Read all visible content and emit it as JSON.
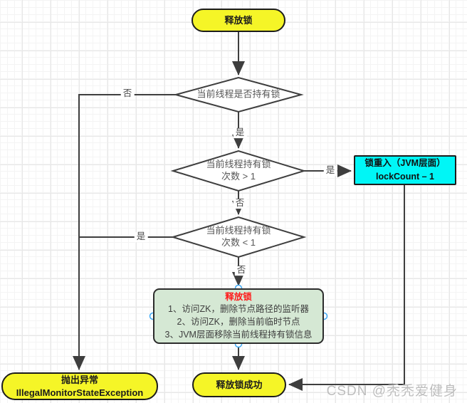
{
  "colors": {
    "yellow": "#F5F527",
    "cyan": "#00F6F6",
    "green_fill": "#D5E8D4",
    "red": "#FF1A1A",
    "line": "#3E3E3E",
    "grid_minor": "#F4F4F4",
    "grid_major": "#E7E7E7",
    "watermark": "#BDBDBD",
    "handle": "#3FA9F5"
  },
  "nodes": {
    "start": {
      "label": "释放锁"
    },
    "decision_holds": {
      "label": "当前线程是否持有锁"
    },
    "decision_count_gt": {
      "line1": "当前线程持有锁",
      "line2": "次数 > 1"
    },
    "decision_count_lt": {
      "line1": "当前线程持有锁",
      "line2": "次数 < 1"
    },
    "reentrant": {
      "line1": "锁重入（JVM层面）",
      "line2": "lockCount – 1"
    },
    "release": {
      "title": "释放锁",
      "steps": [
        "1、访问ZK，删除节点路径的监听器",
        "2、访问ZK，删除当前临时节点",
        "3、JVM层面移除当前线程持有锁信息"
      ]
    },
    "exception": {
      "line1": "抛出异常",
      "line2": "IllegalMonitorStateException"
    },
    "success": {
      "label": "释放锁成功"
    }
  },
  "edge_labels": {
    "holds_no": "否",
    "holds_yes": "是",
    "count_gt_yes": "是",
    "count_gt_no": "否",
    "count_lt_yes": "是",
    "count_lt_no": "否"
  },
  "watermark": {
    "text": "CSDN @秃秃爱健身"
  }
}
